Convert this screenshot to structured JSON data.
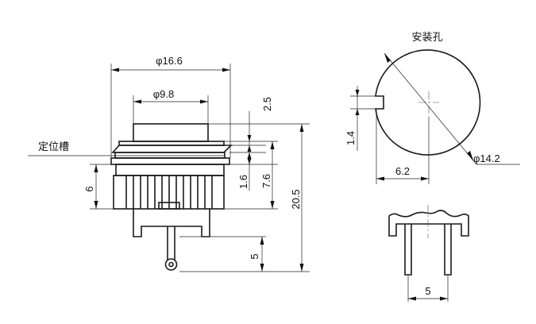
{
  "labels": {
    "install_hole": "安装孔",
    "locating_groove": "定位槽"
  },
  "dimensions": {
    "d_16_6": "φ16.6",
    "d_9_8": "φ9.8",
    "d_14_2": "φ14.2",
    "h_2_5": "2.5",
    "h_1_6": "1.6",
    "h_7_6": "7.6",
    "h_20_5": "20.5",
    "h_6": "6",
    "h_5": "5",
    "h_1_4": "1.4",
    "w_6_2": "6.2",
    "w_5": "5"
  }
}
